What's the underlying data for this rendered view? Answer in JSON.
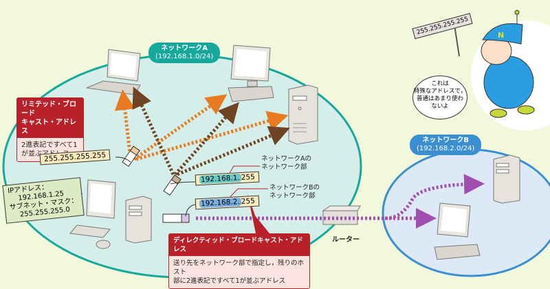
{
  "network_a": {
    "name": "ネットワークA",
    "cidr": "(192.168.1.0/24)",
    "color": "#17a89c"
  },
  "network_b": {
    "name": "ネットワークB",
    "cidr": "(192.168.2.0/24)",
    "color": "#3b8fd0"
  },
  "limited_broadcast": {
    "title_line1": "リミテッド・ブロード",
    "title_line2": "キャスト・アドレス",
    "desc_line1": "2進表記ですべて1",
    "desc_line2": "が並ぶアドレス",
    "address": "255.255.255.255",
    "arrow_color": "#e87a20"
  },
  "host_info": {
    "ip_label": "IPアドレス：",
    "ip_value": "192.168.1.25",
    "mask_label": "サブネット・マスク：",
    "mask_value": "255.255.255.0"
  },
  "directed_a": {
    "network_part": "192.168.1.",
    "host_part": "255",
    "note_line1": "ネットワークAの",
    "note_line2": "ネットワーク部",
    "arrow_color": "#6e4424"
  },
  "directed_b": {
    "network_part": "192.168.2.",
    "host_part": "255",
    "note_line1": "ネットワークBの",
    "note_line2": "ネットワーク部",
    "arrow_color": "#a04fb0"
  },
  "directed_broadcast": {
    "title": "ディレクティッド・ブロードキャスト・アドレス",
    "desc_line1": "送り先をネットワーク部で指定し，残りのホスト",
    "desc_line2": "部に2進表記ですべて1が並ぶアドレス"
  },
  "router": {
    "label": "ルーター"
  },
  "mascot": {
    "sign_text": "255.255.255.255",
    "hat_letter": "N",
    "speech_line1": "これは",
    "speech_line2": "特殊なアドレスで，",
    "speech_line3": "普通はあまり使わ",
    "speech_line4": "ないよ"
  }
}
